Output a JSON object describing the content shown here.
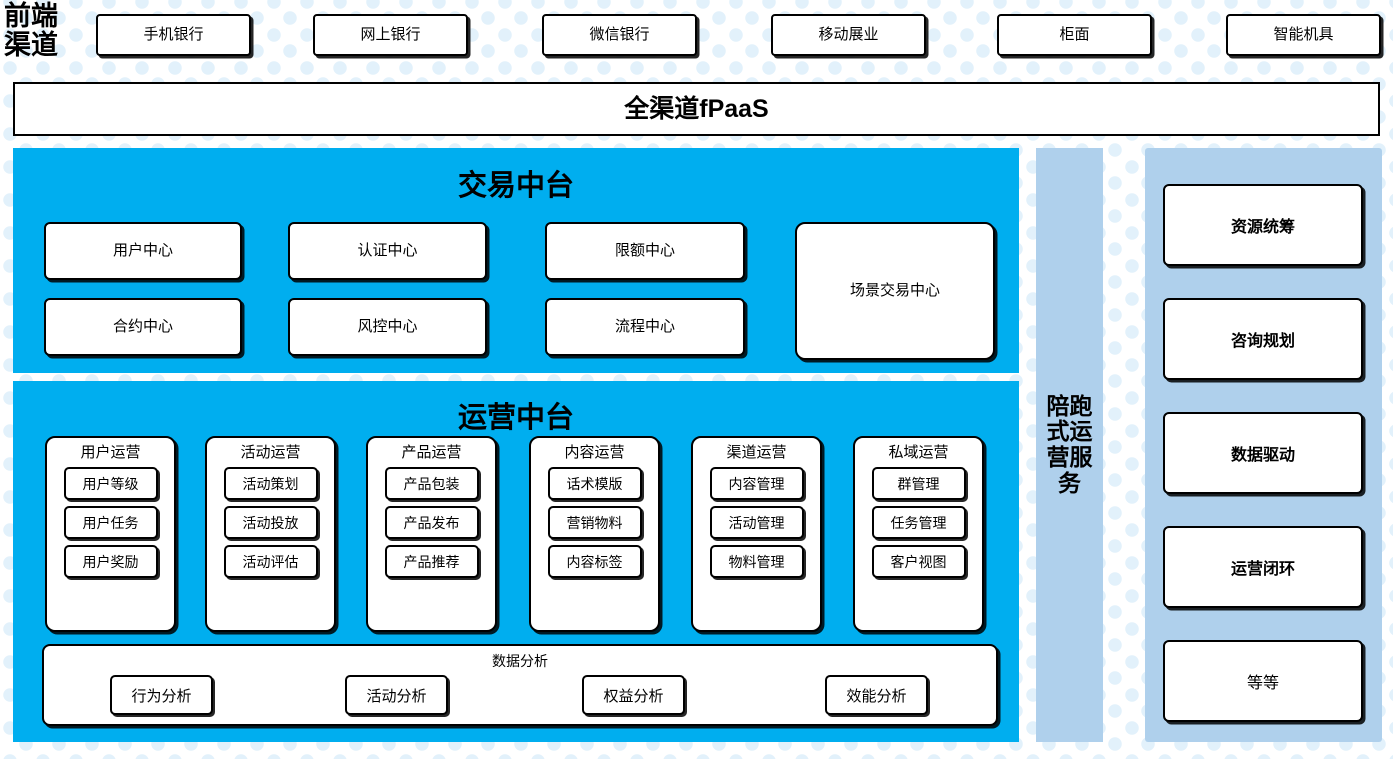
{
  "colors": {
    "cyan_panel": "#00AEEF",
    "light_blue_panel": "#AFD0EC",
    "dot_pattern": "#E2F1FB",
    "box_border": "#000000",
    "box_fill": "#FFFFFF"
  },
  "channel": {
    "label": "前端\n渠道",
    "items": [
      {
        "label": "手机银行"
      },
      {
        "label": "网上银行"
      },
      {
        "label": "微信银行"
      },
      {
        "label": "移动展业"
      },
      {
        "label": "柜面"
      },
      {
        "label": "智能机具"
      }
    ]
  },
  "fpaas": {
    "label": "全渠道fPaaS"
  },
  "trade_center": {
    "title": "交易中台",
    "boxes": [
      {
        "label": "用户中心"
      },
      {
        "label": "认证中心"
      },
      {
        "label": "限额中心"
      },
      {
        "label": "合约中心"
      },
      {
        "label": "风控中心"
      },
      {
        "label": "流程中心"
      }
    ],
    "scene_box": {
      "label": "场景交易中心"
    }
  },
  "operation_center": {
    "title": "运营中台",
    "columns": [
      {
        "title": "用户运营",
        "items": [
          "用户等级",
          "用户任务",
          "用户奖励"
        ]
      },
      {
        "title": "活动运营",
        "items": [
          "活动策划",
          "活动投放",
          "活动评估"
        ]
      },
      {
        "title": "产品运营",
        "items": [
          "产品包装",
          "产品发布",
          "产品推荐"
        ]
      },
      {
        "title": "内容运营",
        "items": [
          "话术模版",
          "营销物料",
          "内容标签"
        ]
      },
      {
        "title": "渠道运营",
        "items": [
          "内容管理",
          "活动管理",
          "物料管理"
        ]
      },
      {
        "title": "私域运营",
        "items": [
          "群管理",
          "任务管理",
          "客户视图"
        ]
      }
    ],
    "data_analysis": {
      "title": "数据分析",
      "items": [
        "行为分析",
        "活动分析",
        "权益分析",
        "效能分析"
      ]
    }
  },
  "service_column": {
    "label": "陪跑式运营服务"
  },
  "right_panel": {
    "items": [
      {
        "label": "资源统筹",
        "bold": true
      },
      {
        "label": "咨询规划",
        "bold": true
      },
      {
        "label": "数据驱动",
        "bold": true
      },
      {
        "label": "运营闭环",
        "bold": true
      },
      {
        "label": "等等",
        "bold": false
      }
    ]
  }
}
